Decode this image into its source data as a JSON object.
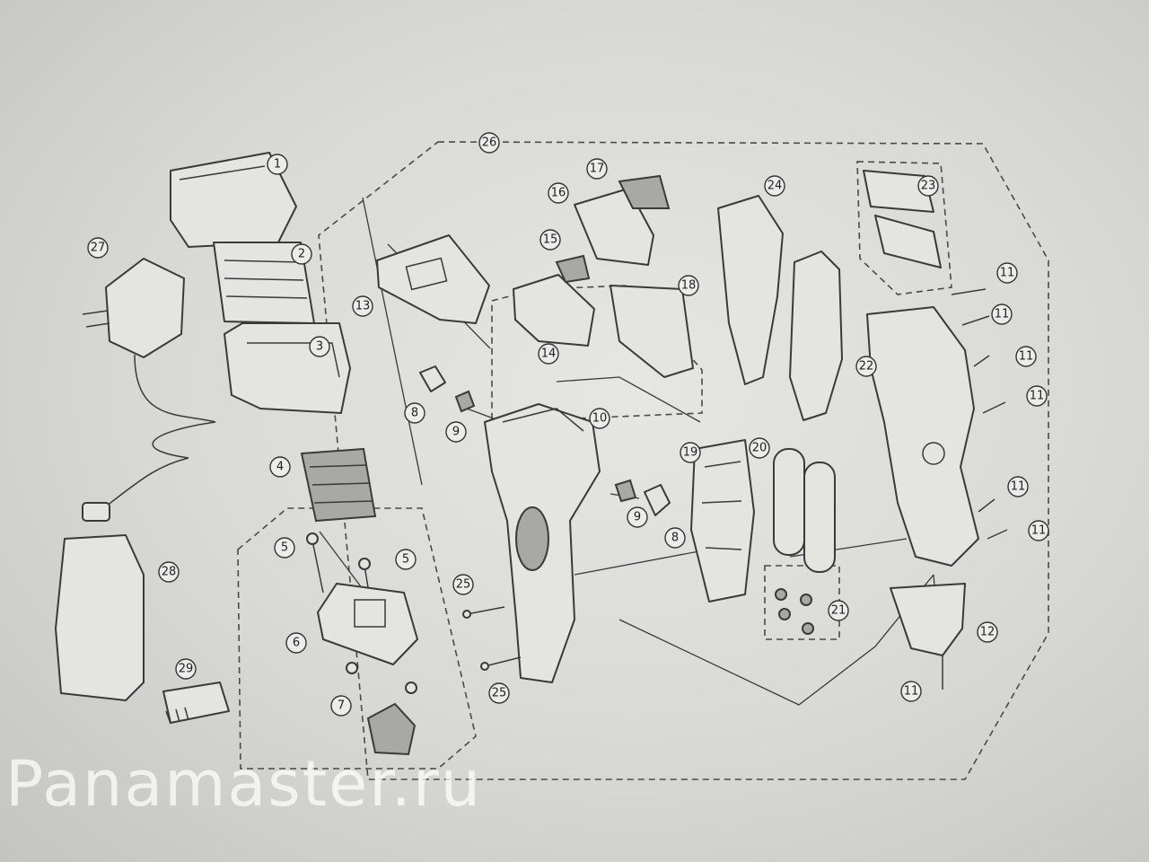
{
  "diagram": {
    "type": "exploded-parts-view",
    "callouts": [
      "1",
      "2",
      "3",
      "4",
      "5",
      "5",
      "6",
      "7",
      "8",
      "9",
      "8",
      "9",
      "10",
      "11",
      "11",
      "11",
      "11",
      "11",
      "11",
      "11",
      "12",
      "13",
      "14",
      "15",
      "16",
      "17",
      "18",
      "19",
      "20",
      "21",
      "22",
      "23",
      "24",
      "25",
      "25",
      "26",
      "27",
      "28",
      "29"
    ]
  },
  "watermark": {
    "text": "Panamaster.ru"
  }
}
